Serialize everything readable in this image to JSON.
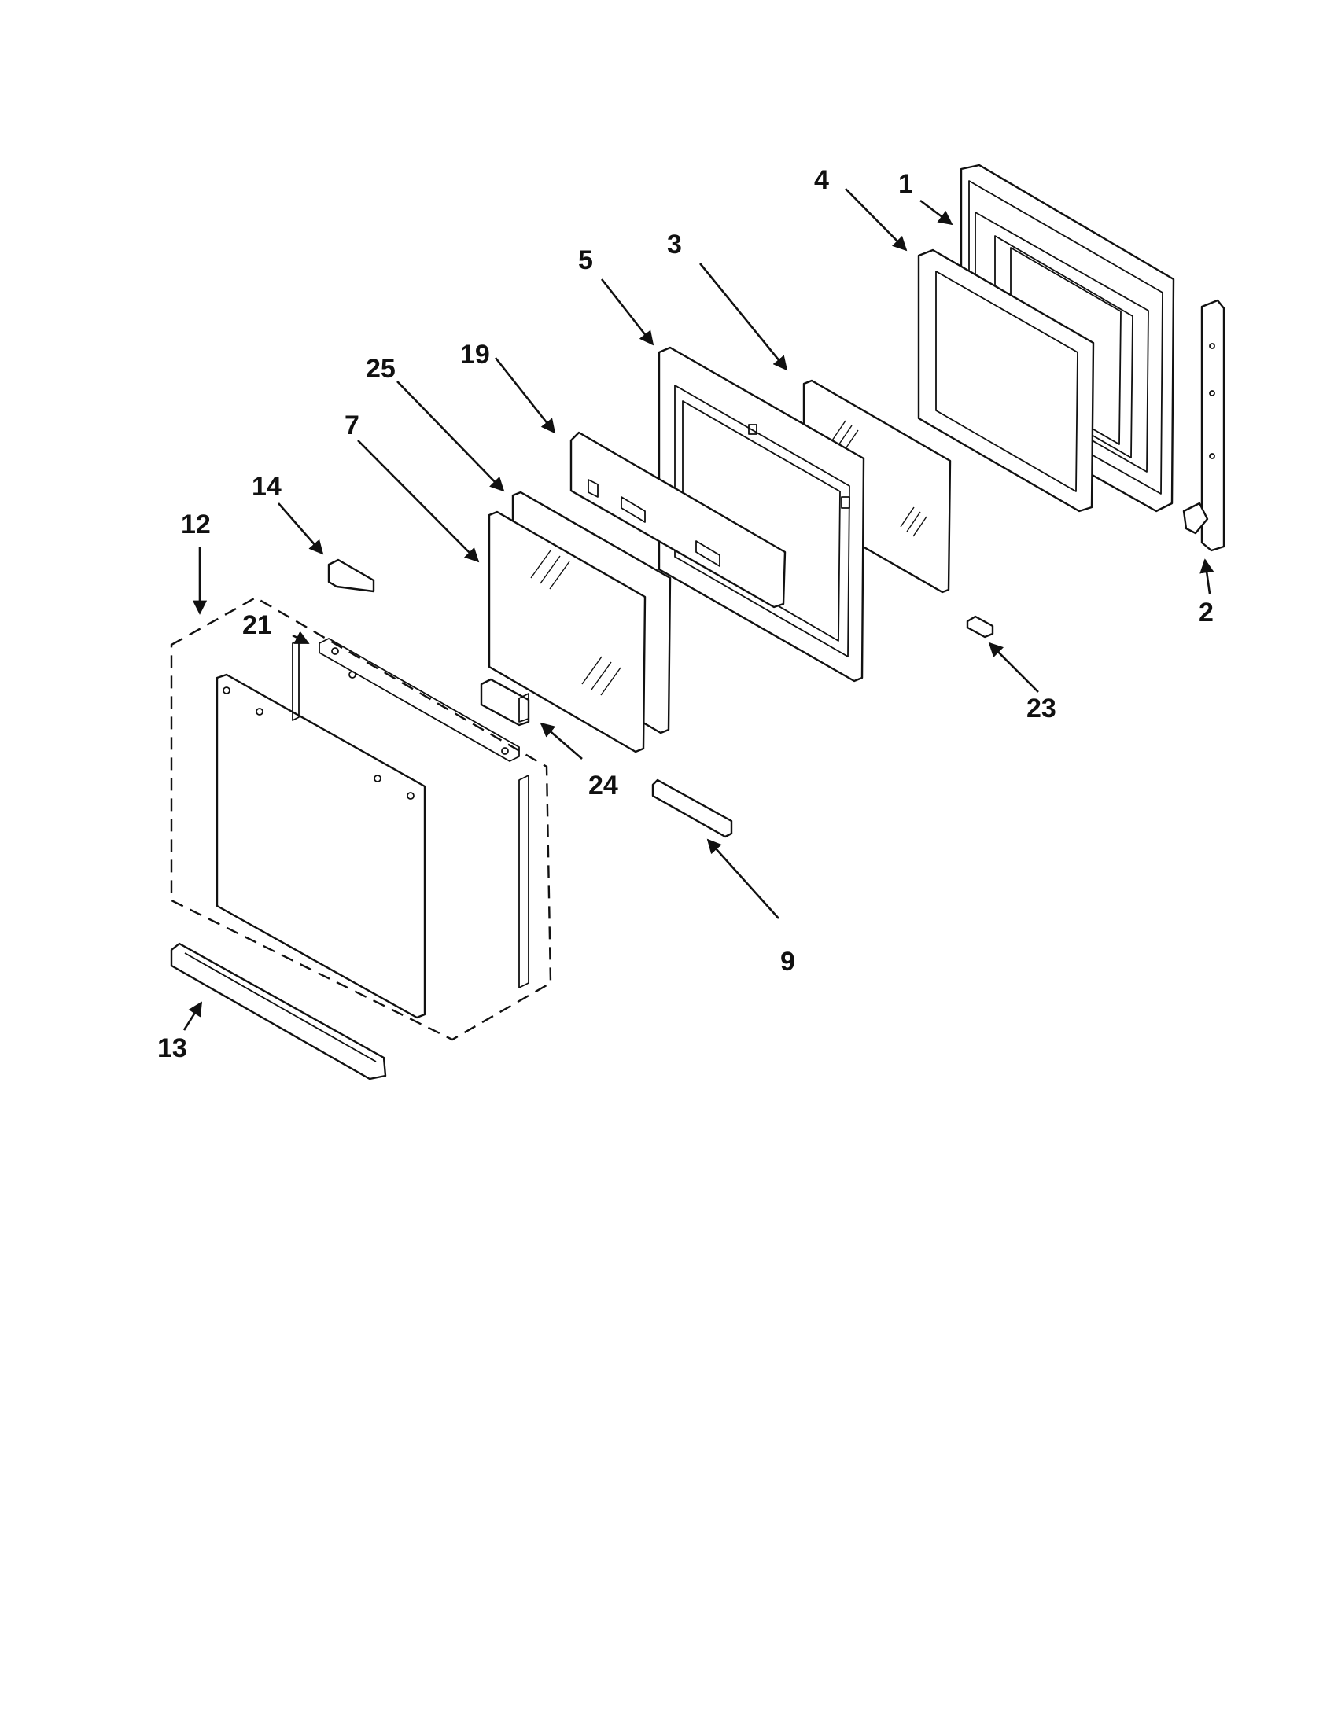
{
  "callouts": {
    "c1": "1",
    "c2": "2",
    "c3": "3",
    "c4": "4",
    "c5": "5",
    "c7": "7",
    "c9": "9",
    "c12": "12",
    "c13": "13",
    "c14": "14",
    "c19": "19",
    "c21": "21",
    "c23": "23",
    "c24": "24",
    "c25": "25"
  }
}
